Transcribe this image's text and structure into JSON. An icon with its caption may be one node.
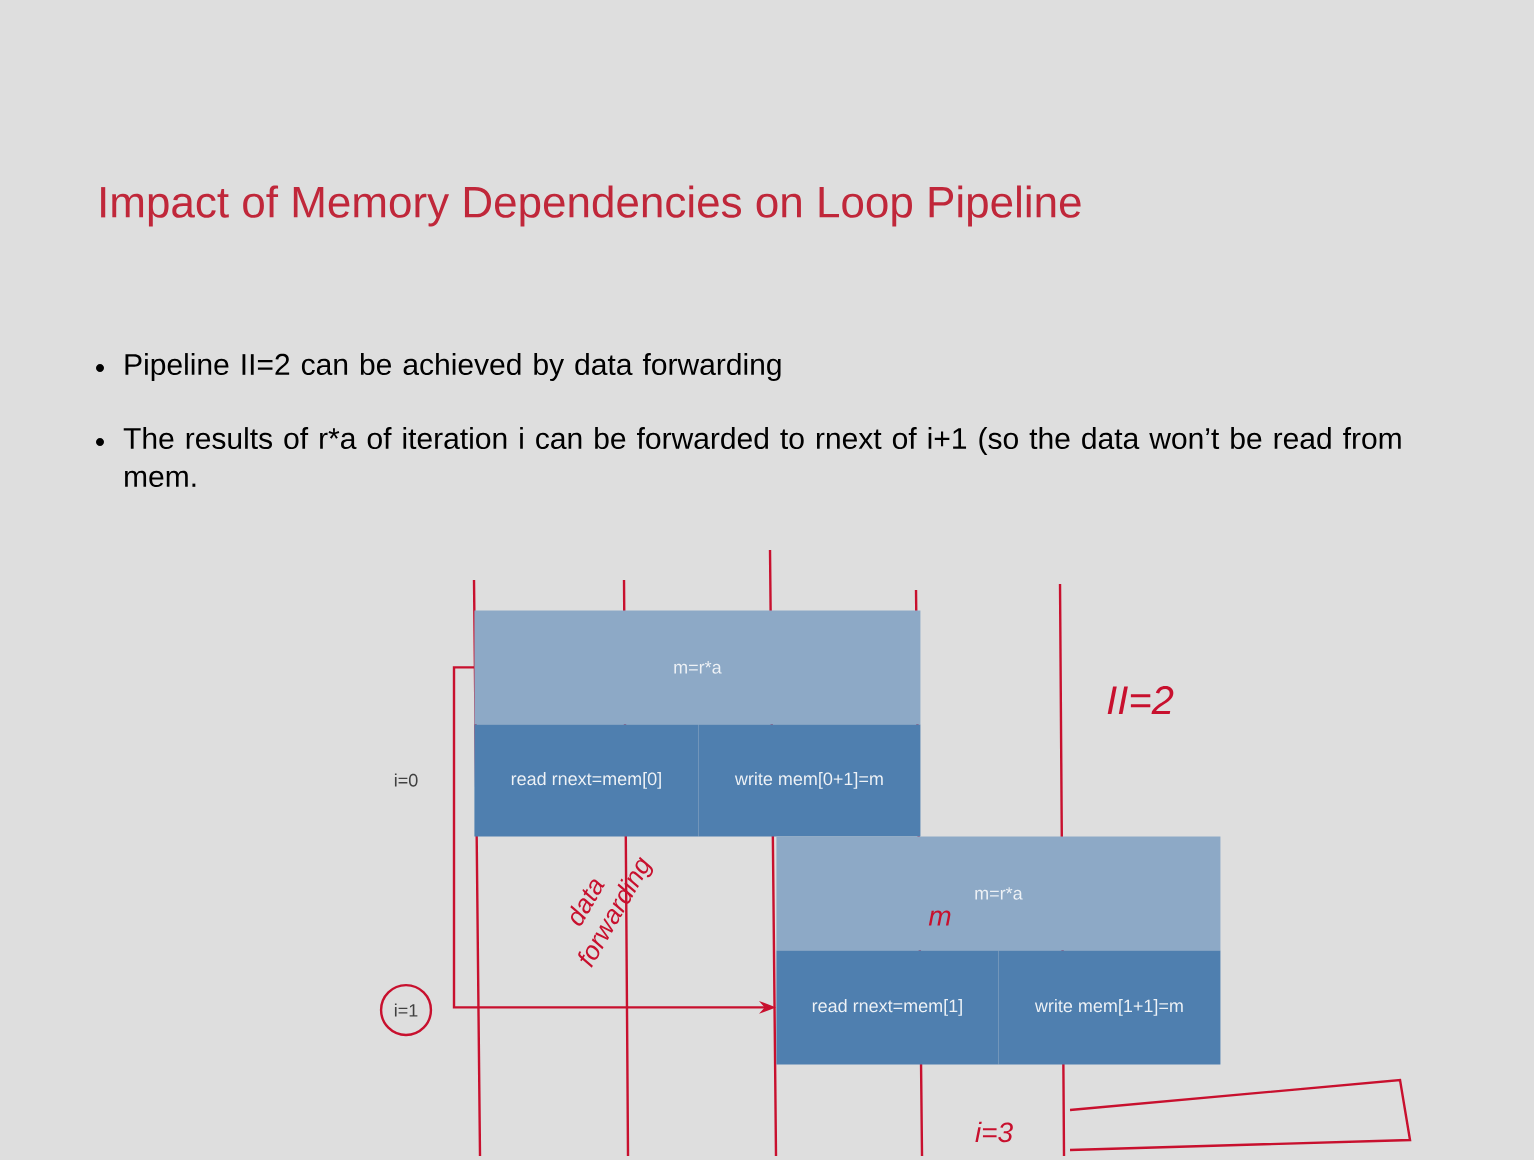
{
  "diagram": {
    "title": "Impact of Memory Dependencies on Loop Pipeline",
    "nodes": [
      {
        "text": [
          "m=r*a"
        ]
      },
      {
        "text": [
          "read rnext=mem[0]"
        ]
      },
      {
        "text": [
          "write mem[0+1]=m"
        ]
      },
      {
        "text": [
          "m=r*a"
        ]
      },
      {
        "text": [
          "read rnext=mem[1]"
        ]
      },
      {
        "text": [
          "write mem[1+1]=m"
        ]
      }
    ],
    "edges": [
      {
        "from": 0,
        "to": 4,
        "arrow": "to",
        "color": "#c8102e"
      }
    ],
    "labels": [
      "Pipeline II=2 can be achieved by data forwarding",
      "The results of r*a of iteration i can be forwarded to rnext of i+1 (so the data won’t be read from mem.",
      "i=0",
      "II=2",
      "i=1",
      "data forwarding",
      "m",
      "i=3"
    ]
  }
}
